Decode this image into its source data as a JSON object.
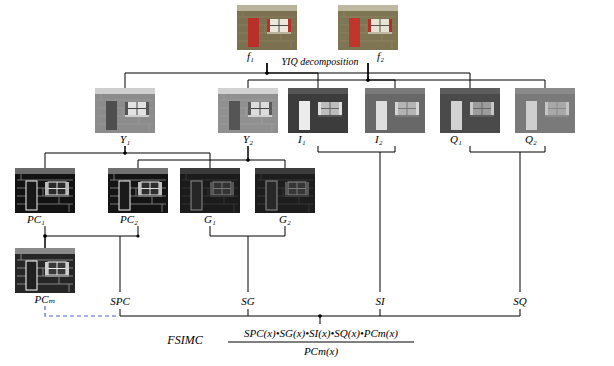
{
  "diagram": {
    "nodes": [
      {
        "text": [
          "f₁"
        ]
      },
      {
        "text": [
          "f₂"
        ]
      },
      {
        "text": [
          "Y₁"
        ]
      },
      {
        "text": [
          "Y₂"
        ]
      },
      {
        "text": [
          "I₁"
        ]
      },
      {
        "text": [
          "I₂"
        ]
      },
      {
        "text": [
          "Q₁"
        ]
      },
      {
        "text": [
          "Q₂"
        ]
      },
      {
        "text": [
          "PC₁"
        ]
      },
      {
        "text": [
          "PC₂"
        ]
      },
      {
        "text": [
          "G₁"
        ]
      },
      {
        "text": [
          "G₂"
        ]
      },
      {
        "text": [
          "PCₘ"
        ]
      }
    ],
    "edges": [
      {
        "from": 0,
        "to": 2,
        "arrow": "none"
      },
      {
        "from": 0,
        "to": 4,
        "arrow": "none"
      },
      {
        "from": 0,
        "to": 6,
        "arrow": "none"
      },
      {
        "from": 1,
        "to": 3,
        "arrow": "none"
      },
      {
        "from": 1,
        "to": 5,
        "arrow": "none"
      },
      {
        "from": 1,
        "to": 7,
        "arrow": "none"
      },
      {
        "from": 2,
        "to": 8,
        "arrow": "none"
      },
      {
        "from": 2,
        "to": 10,
        "arrow": "none"
      },
      {
        "from": 3,
        "to": 9,
        "arrow": "none"
      },
      {
        "from": 3,
        "to": 11,
        "arrow": "none"
      },
      {
        "from": 8,
        "to": 12,
        "arrow": "none"
      },
      {
        "from": 9,
        "to": 12,
        "arrow": "none"
      }
    ],
    "labels": [
      "YIQ decomposition",
      "SPC",
      "SG",
      "SI",
      "SQ",
      "FSIMC",
      "SPC(x)•SG(x)•SI(x)•SQ(x)•PCm(x)",
      "PCm(x)"
    ]
  }
}
